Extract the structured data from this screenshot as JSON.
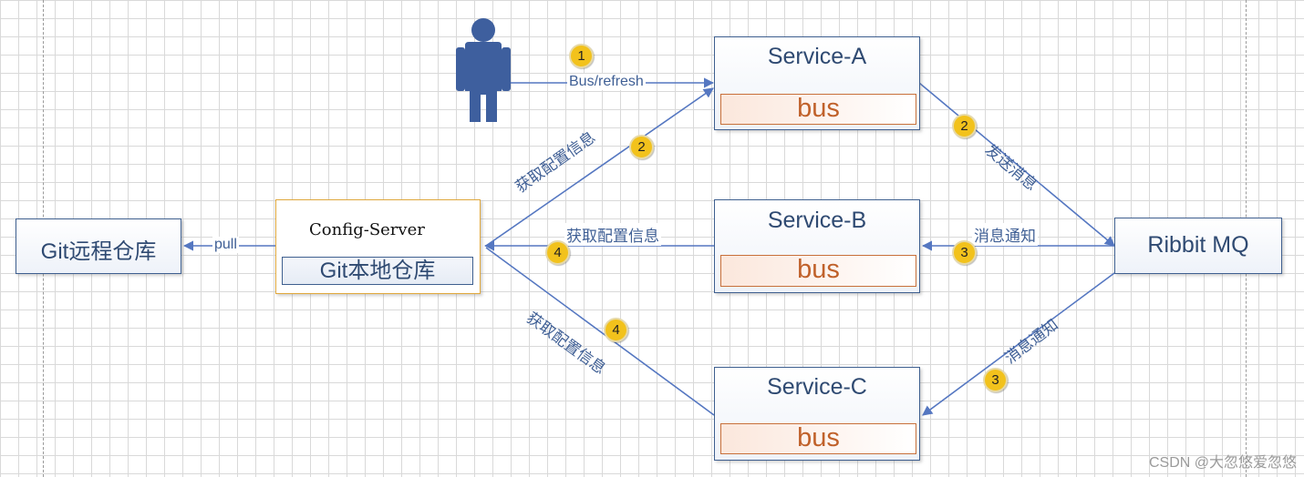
{
  "nodes": {
    "git_remote": "Git远程仓库",
    "config_server": "Config-Server",
    "git_local": "Git本地仓库",
    "service_a": "Service-A",
    "service_b": "Service-B",
    "service_c": "Service-C",
    "bus_label": "bus",
    "rabbit_mq": "Ribbit MQ"
  },
  "edge_labels": {
    "pull": "pull",
    "bus_refresh": "Bus/refresh",
    "fetch_config": "获取配置信息",
    "send_message": "发送消息",
    "message_notify": "消息通知"
  },
  "steps": {
    "s1": "1",
    "s2": "2",
    "s3": "3",
    "s4": "4"
  },
  "watermark": "CSDN @大忽悠爱忽悠",
  "colors": {
    "arrow": "#5577c1",
    "box_border": "#3e5f8f",
    "bus_text": "#c0612a",
    "step_badge": "#f2c21c",
    "user": "#3e5f9e"
  }
}
